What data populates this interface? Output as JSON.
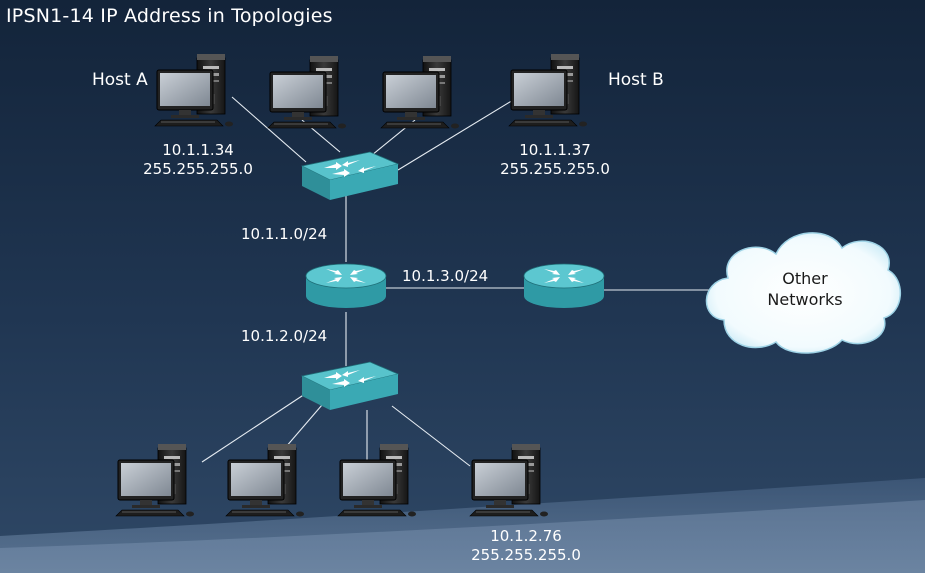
{
  "title": "IPSN1-14  IP Address in Topologies",
  "hosts": {
    "host_a": {
      "name": "Host A",
      "ip": "10.1.1.34",
      "mask": "255.255.255.0"
    },
    "host_b": {
      "name": "Host B",
      "ip": "10.1.1.37",
      "mask": "255.255.255.0"
    },
    "host_lower": {
      "ip": "10.1.2.76",
      "mask": "255.255.255.0"
    }
  },
  "networks": {
    "upper_lan": "10.1.1.0/24",
    "router_link": "10.1.3.0/24",
    "lower_lan": "10.1.2.0/24"
  },
  "cloud": {
    "line1": "Other",
    "line2": "Networks"
  },
  "colors": {
    "bg_top": "#13243a",
    "bg_bottom": "#2e4664",
    "device_teal": "#3aa9b4",
    "link": "#e6ecf2"
  },
  "icons": {
    "computer": "desktop-computer-icon",
    "switch": "switch-icon",
    "router": "router-icon",
    "cloud": "cloud-icon"
  }
}
